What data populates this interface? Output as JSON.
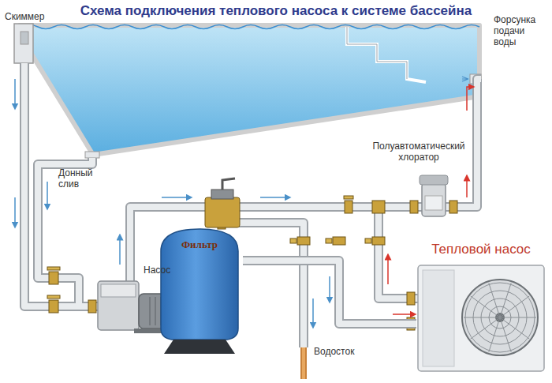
{
  "diagram": {
    "title": "Схема подключения теплового насоса к системе бассейна",
    "nodes": [
      {
        "text": [
          "Фильтр"
        ]
      },
      {
        "text": [
          "Тепловой насос"
        ]
      }
    ],
    "edges": [
      {
        "from": 0,
        "to": 1,
        "arrow": "to"
      }
    ],
    "labels": [
      "Скиммер",
      "Форсунка подачи воды",
      "Донный слив",
      "Полуавтоматический хлоратор",
      "Насос",
      "Водосток"
    ]
  }
}
